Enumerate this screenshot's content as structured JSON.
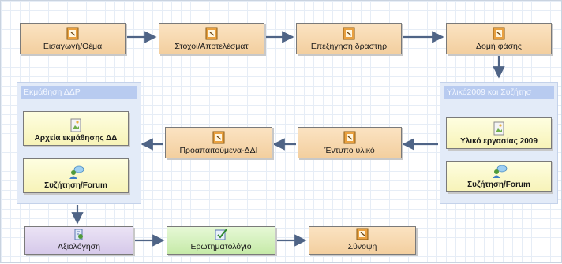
{
  "diagram": {
    "nodes": {
      "intro": "Εισαγωγή/Θέμα",
      "goals": "Στόχοι/Αποτελέσματ",
      "explain": "Επεξήγηση δραστηρ",
      "structure": "Δομή φάσης",
      "material": "Υλικό εργασίας 2009",
      "forum_right": "Συζήτηση/Forum",
      "printed": "Έντυπο υλικό",
      "prereq": "Προαπαιτούμενα-ΔΔΙ",
      "files": "Αρχεία εκμάθησης ΔΔ",
      "forum_left": "Συζήτηση/Forum",
      "assessment": "Αξιολόγηση",
      "questionnaire": "Ερωτηματολόγιο",
      "summary": "Σύνοψη"
    },
    "groups": {
      "left_title": "Εκμάθηση ΔΔΡ",
      "right_title": "Υλικό2009 και Συζήτησ"
    }
  }
}
